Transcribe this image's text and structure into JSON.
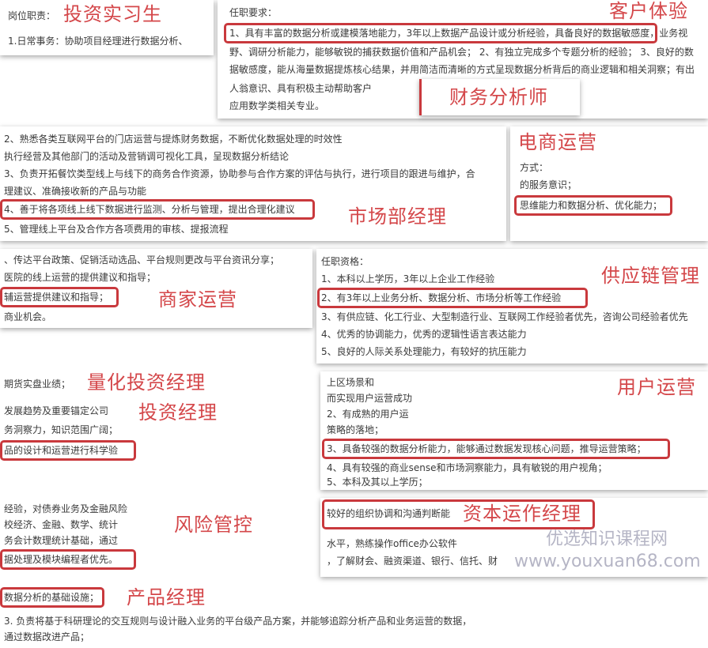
{
  "accent_color": "#d4474a",
  "cards": {
    "customer_experience": {
      "title": "客户体验",
      "lines": [
        "任职要求：",
        "1、具有丰富的数据分析或建模落地能力，3年以上数据产品设计或分析经验，具备良好的数据敏感度，业务视",
        "野、调研分析能力，能够敏锐的捕获数据价值和产品机会； 2、有独立完成多个专题分析的经验； 3、良好的数",
        "据敏感度，能从海量数据提炼核心结果，并用简洁而清晰的方式呈现数据分析背后的商业逻辑和相关洞察；有出",
        "人翁意识、具有积极主动帮助客户",
        "应用数学类相关专业。"
      ]
    },
    "investment_intern": {
      "title": "投资实习生",
      "lines": [
        "岗位职责：",
        "1.日常事务：协助项目经理进行数据分析、"
      ]
    },
    "financial_analyst": {
      "title": "财务分析师"
    },
    "marketing_manager": {
      "title": "市场部经理",
      "lines": [
        "2、熟悉各类互联网平台的门店运营与提炼财务数据，不断优化数据处理的时效性",
        "执行经营及其他部门的活动及营销调可视化工具，呈现数据分析结论",
        "3、负责开拓餐饮类型线上与线下的商务合作资源，协助参与合作方案的评估与执行，进行项目的跟进与维护，合",
        "理建议、准确接收新的产品与功能",
        "4、善于将各项线上线下数据进行监测、分析与管理，提出合理化建议",
        "5、管理线上平台及合作方各项费用的审核、提报流程"
      ]
    },
    "ecommerce_ops": {
      "title": "电商运营",
      "lines": [
        "方式：",
        "的服务意识；",
        "思维能力和数据分析、优化能力；"
      ]
    },
    "merchant_ops": {
      "title": "商家运营",
      "lines": [
        "、传达平台政策、促销活动选品、平台规则更改与平台资讯分享；",
        "医院的线上运营的提供建议和指导；",
        "辅运营提供建议和指导；",
        "商业机会。"
      ]
    },
    "supply_chain": {
      "title": "供应链管理",
      "lines": [
        "任职资格：",
        "1、本科以上学历，3年以上企业工作经验",
        "2、有3年以上业务分析、数据分析、市场分析等工作经验",
        "3、有供应链、化工行业、大型制造行业、互联网工作经验者优先，咨询公司经验者优先",
        "4、优秀的协调能力，优秀的逻辑性语言表达能力",
        "5、良好的人际关系处理能力，有较好的抗压能力"
      ]
    },
    "user_ops": {
      "title": "用户运营",
      "lines": [
        "上区场景和",
        "而实现用户运营成功",
        "2、有成熟的用户运",
        "策略的落地；",
        "3、具备较强的数据分析能力，能够通过数据发现核心问题，推导运营策略；",
        "4、具有较强的商业sense和市场洞察能力，具有敏锐的用户视角；",
        "5、本科及其以上学历；"
      ]
    },
    "capital_ops": {
      "title": "资本运作经理",
      "lines": [
        "较好的组织协调和沟通判断能",
        "水平，熟练操作office办公软件",
        "，了解财会、融资渠道、银行、信托、财"
      ]
    },
    "quant_manager": {
      "title": "量化投资经理",
      "lines": [
        "期货实盘业绩；"
      ]
    },
    "investment_manager": {
      "title": "投资经理",
      "lines": [
        "发展趋势及重要锚定公司",
        "务洞察力，知识范围广阔；",
        "品的设计和运营进行科学验"
      ]
    },
    "risk_control": {
      "title": "风险管控",
      "lines": [
        "经验，对债券业务及金融风险",
        "校经济、金融、数学、统计",
        "务会计数理统计基础，通过",
        "据处理及模块编程者优先。"
      ]
    },
    "product_manager": {
      "title": "产品经理",
      "lines": [
        "数据分析的基础设施；",
        "3. 负责将基于科研理论的交互规则与设计融入业务的平台级产品方案，并能够追踪分析产品和业务运营的数据，",
        "通过数据改进产品；"
      ]
    }
  },
  "watermark": {
    "line1": "优选知识课程网",
    "line2": "www.youxuan68.com"
  }
}
